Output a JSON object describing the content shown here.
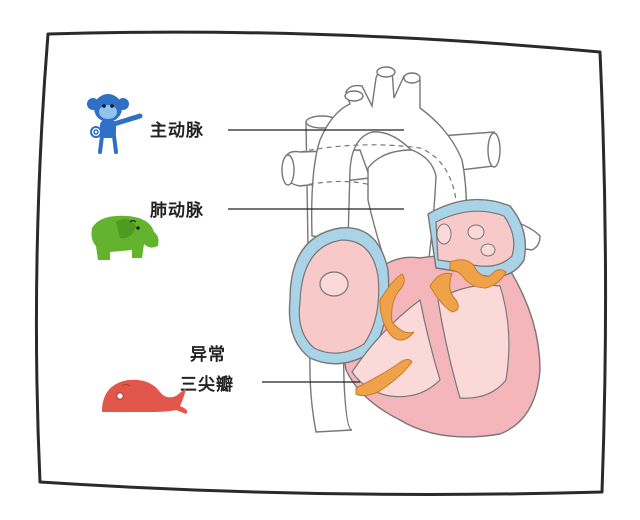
{
  "labels": {
    "aorta": "主动脉",
    "pulmonary_artery": "肺动脉",
    "valve_line1": "异常",
    "valve_line2": "三尖瓣"
  },
  "colors": {
    "frame": "#2a2a2a",
    "heart_pink": "#f4b6ba",
    "heart_light": "#fbd9d8",
    "heart_inner": "#f8c9c9",
    "atrium_blue": "#a9d3e6",
    "valve_orange": "#f0a24b",
    "monkey_blue": "#2f6fc6",
    "elephant_green": "#63b32e",
    "whale_red": "#e2574c"
  },
  "icons": {
    "monkey": "monkey-mascot-icon",
    "elephant": "elephant-mascot-icon",
    "whale": "whale-mascot-icon"
  }
}
